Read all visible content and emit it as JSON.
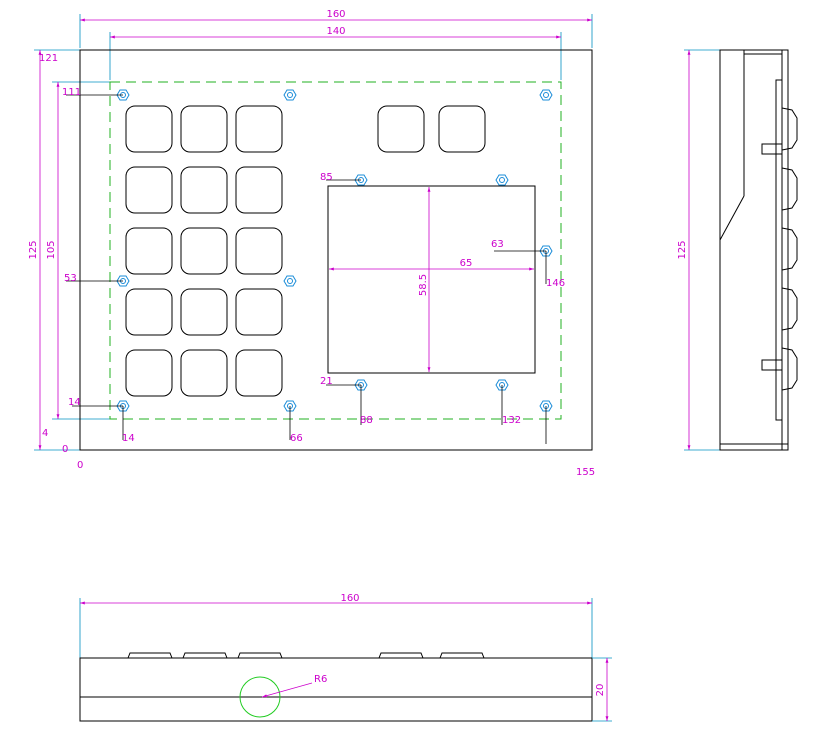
{
  "front_view": {
    "dims": {
      "overall_width": "160",
      "inner_width": "140",
      "top_offset": "121",
      "overall_height": "125",
      "inner_height": "105",
      "hole_111": "111",
      "hole_53": "53",
      "hole_14_left": "14",
      "bottom_4": "4",
      "origin_y": "0",
      "origin_x": "0",
      "hole_14_bottom": "14",
      "hole_66": "66",
      "hole_88": "88",
      "hole_132": "132",
      "right_155": "155",
      "hole_85": "85",
      "hole_63": "63",
      "hole_21": "21",
      "hole_146": "146",
      "display_width": "65",
      "display_height": "58.5"
    }
  },
  "side_view": {
    "dims": {
      "height": "125"
    }
  },
  "bottom_view": {
    "dims": {
      "width": "160",
      "depth": "20",
      "radius": "R6"
    }
  }
}
